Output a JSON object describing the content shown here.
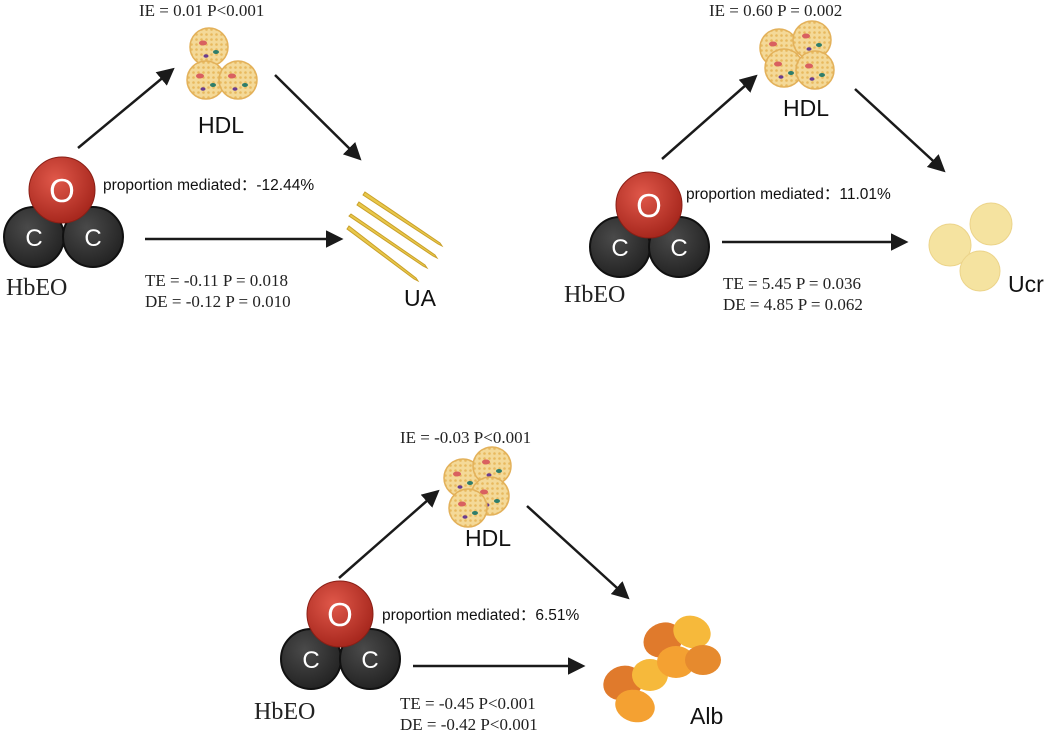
{
  "colors": {
    "oxygen": "#c0392b",
    "carbon": "#2f2f2f",
    "arrow": "#1a1a1a",
    "hdl_particle": "#f3d79a",
    "uric_acid_crystal": "#e9c84a",
    "urine_creatinine": "#f5e3a0",
    "albumin_dark": "#e07a2c",
    "albumin_light": "#f4b33a"
  },
  "panels": {
    "ua": {
      "ie": "IE = 0.01   P<0.001",
      "mediator": "HDL",
      "proportion": "proportion mediated：-12.44%",
      "exposure": "HbEO",
      "atom_o": "O",
      "atom_c1": "C",
      "atom_c2": "C",
      "te": "TE = -0.11   P = 0.018",
      "de": "DE = -0.12   P = 0.010",
      "outcome": "UA"
    },
    "ucr": {
      "ie": "IE = 0.60   P = 0.002",
      "mediator": "HDL",
      "proportion": "proportion mediated：11.01%",
      "exposure": "HbEO",
      "atom_o": "O",
      "atom_c1": "C",
      "atom_c2": "C",
      "te": "TE = 5.45   P = 0.036",
      "de": "DE = 4.85   P = 0.062",
      "outcome": "Ucr"
    },
    "alb": {
      "ie": "IE = -0.03   P<0.001",
      "mediator": "HDL",
      "proportion": "proportion mediated：6.51%",
      "exposure": "HbEO",
      "atom_o": "O",
      "atom_c1": "C",
      "atom_c2": "C",
      "te": "TE =  -0.45   P<0.001",
      "de": "DE = -0.42   P<0.001",
      "outcome": "Alb"
    }
  }
}
